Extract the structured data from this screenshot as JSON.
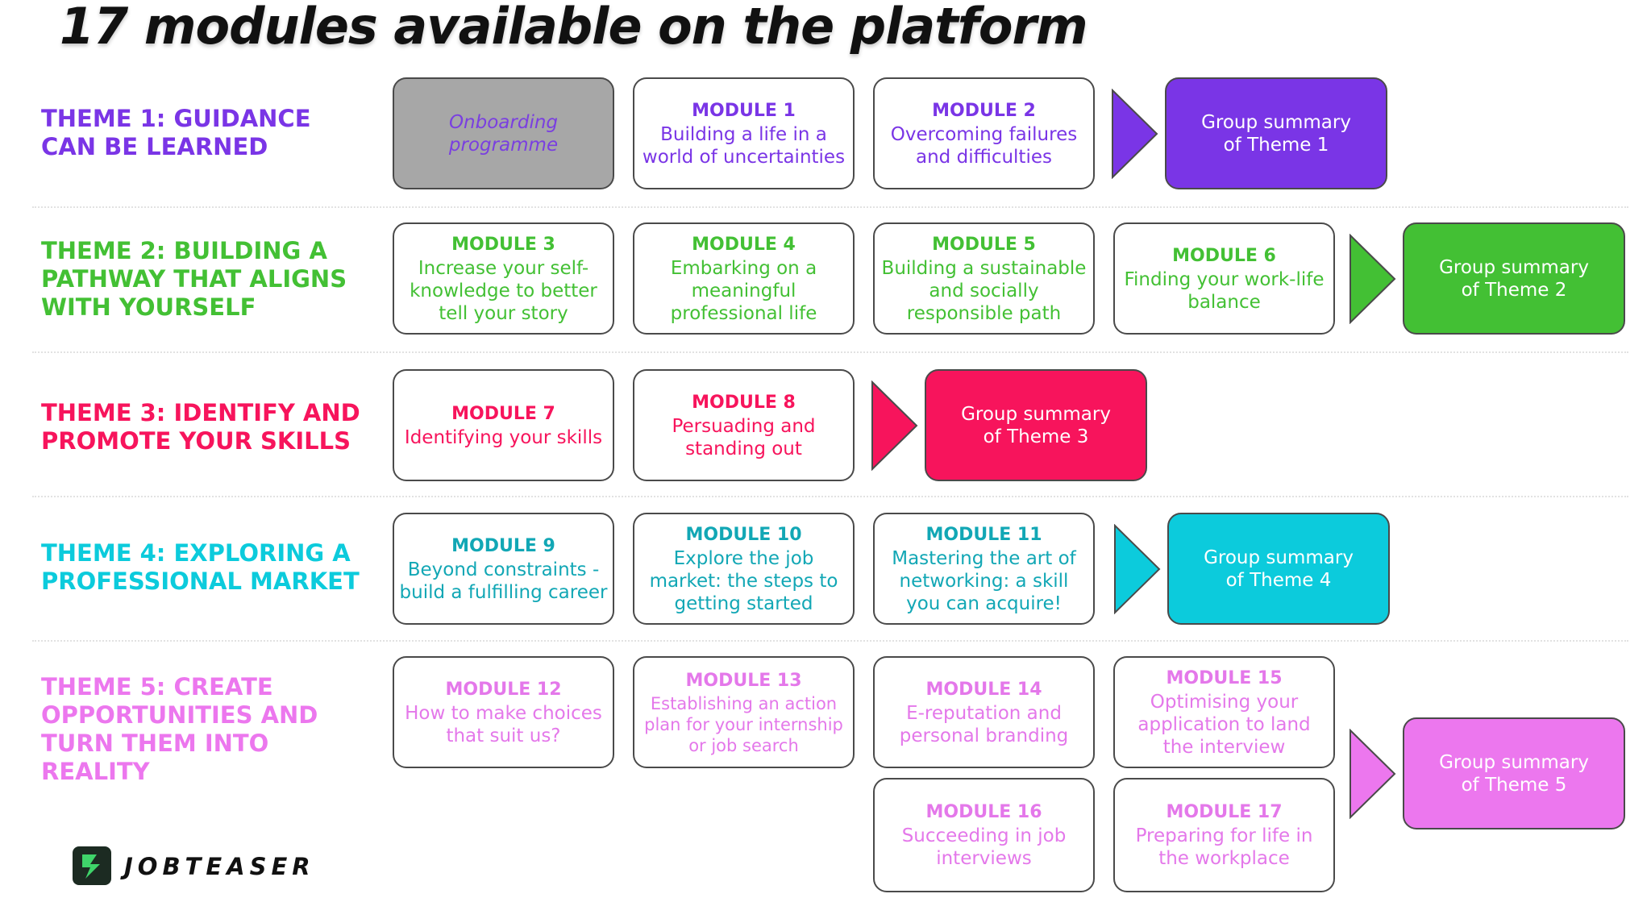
{
  "title": "17 modules available on the platform",
  "colors": {
    "theme1": "#7a35e6",
    "theme2": "#43c034",
    "theme3": "#f7145c",
    "theme4": "#0ccbdc",
    "theme5": "#ec77ee",
    "theme4_text": "#12a7b5",
    "theme5_text": "#e478ea"
  },
  "themes": [
    {
      "label": "THEME 1: GUIDANCE CAN BE LEARNED",
      "onboarding": "Onboarding programme",
      "modules": [
        {
          "title": "MODULE 1",
          "desc": "Building a life in a world of uncertainties"
        },
        {
          "title": "MODULE 2",
          "desc": "Overcoming failures and difficulties"
        }
      ],
      "summary": "Group summary\nof Theme 1"
    },
    {
      "label": "THEME 2: BUILDING A PATHWAY THAT ALIGNS WITH YOURSELF",
      "modules": [
        {
          "title": "MODULE 3",
          "desc": "Increase your self-knowledge to better tell your story"
        },
        {
          "title": "MODULE 4",
          "desc": "Embarking on a meaningful professional life"
        },
        {
          "title": "MODULE 5",
          "desc": "Building a sustainable and socially responsible path"
        },
        {
          "title": "MODULE 6",
          "desc": "Finding your work-life balance"
        }
      ],
      "summary": "Group summary\nof Theme 2"
    },
    {
      "label": "THEME 3: IDENTIFY AND PROMOTE YOUR SKILLS",
      "modules": [
        {
          "title": "MODULE 7",
          "desc": "Identifying your skills"
        },
        {
          "title": "MODULE 8",
          "desc": "Persuading and standing out"
        }
      ],
      "summary": "Group summary\nof Theme 3"
    },
    {
      "label": "THEME 4: EXPLORING A PROFESSIONAL MARKET",
      "modules": [
        {
          "title": "MODULE 9",
          "desc": "Beyond constraints - build a fulfilling career"
        },
        {
          "title": "MODULE 10",
          "desc": "Explore the job market: the steps to getting started"
        },
        {
          "title": "MODULE 11",
          "desc": "Mastering the art of networking: a skill you can acquire!"
        }
      ],
      "summary": "Group summary\nof Theme 4"
    },
    {
      "label": "THEME 5: CREATE OPPORTUNITIES AND TURN THEM INTO REALITY",
      "modules": [
        {
          "title": "MODULE 12",
          "desc": "How to make choices that suit us?"
        },
        {
          "title": "MODULE 13",
          "desc": "Establishing an action plan for your internship or job search"
        },
        {
          "title": "MODULE 14",
          "desc": "E-reputation and personal branding"
        },
        {
          "title": "MODULE 15",
          "desc": "Optimising your application to land the interview"
        },
        {
          "title": "MODULE 16",
          "desc": "Succeeding in job interviews"
        },
        {
          "title": "MODULE 17",
          "desc": "Preparing for life in the workplace"
        }
      ],
      "summary": "Group summary\nof Theme 5"
    }
  ],
  "logo": {
    "text": "JOBTEASER",
    "icon": "jobteaser-logo-icon"
  }
}
